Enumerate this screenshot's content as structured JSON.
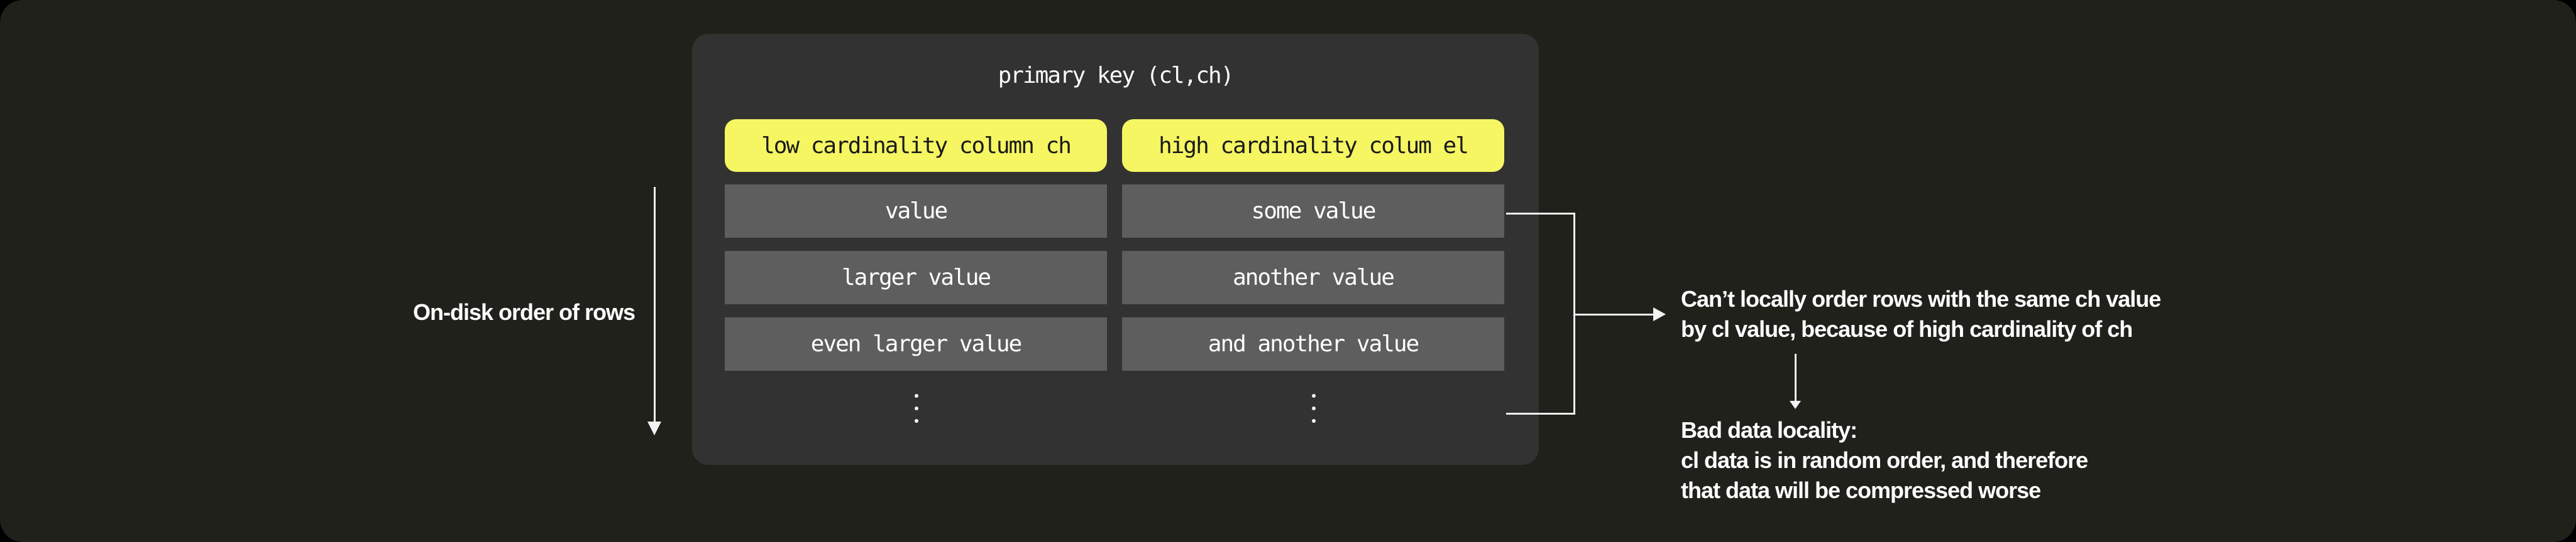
{
  "colors": {
    "background": "#20211b",
    "panel": "#323232",
    "row": "#5e5e5e",
    "header_accent": "#f5f662",
    "header_text": "#1a1a1a",
    "text": "#ffffff",
    "lines": "#f2f2f2"
  },
  "panel": {
    "title": "primary key (cl,ch)",
    "headers": [
      "low cardinality column ch",
      "high cardinality colum el"
    ],
    "rows": [
      [
        "value",
        "some value"
      ],
      [
        "larger value",
        "another value"
      ],
      [
        "even larger value",
        "and another value"
      ]
    ]
  },
  "left": {
    "label": "On-disk order of rows"
  },
  "right": {
    "note1": [
      "Can’t locally order rows with the same ch value",
      "by cl value, because of high cardinality of ch"
    ],
    "note2": [
      "Bad data locality:",
      "cl data is in random order, and therefore",
      "that data will be compressed worse"
    ]
  }
}
